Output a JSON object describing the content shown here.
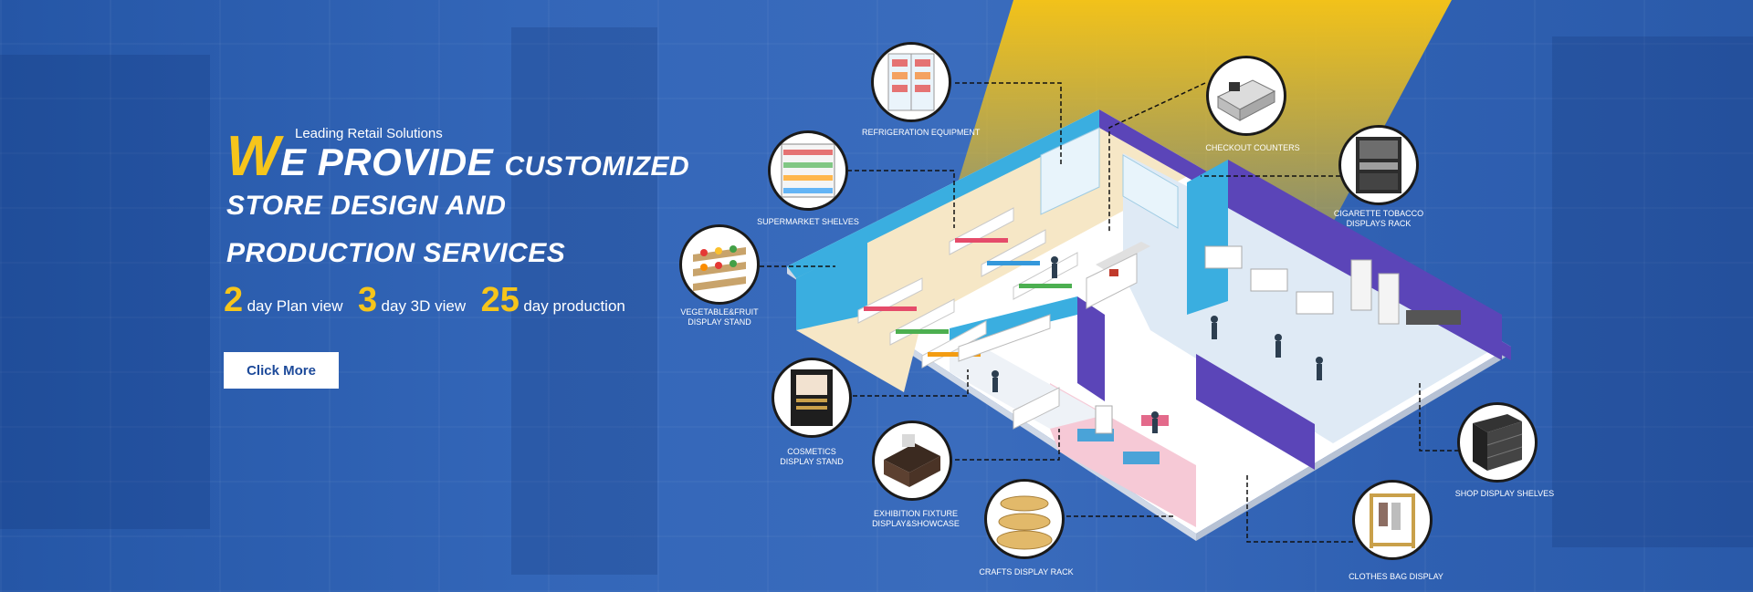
{
  "hero": {
    "eyebrow": "Leading Retail Solutions",
    "line1_big": "W",
    "line1_rest": "E PROVIDE",
    "line1_small": "CUSTOMIZED",
    "line2": "STORE DESIGN AND",
    "line3": "PRODUCTION SERVICES"
  },
  "stats": [
    {
      "num": "2",
      "text": "day Plan view"
    },
    {
      "num": "3",
      "text": "day 3D view"
    },
    {
      "num": "25",
      "text": "day production"
    }
  ],
  "cta": {
    "label": "Click More"
  },
  "products": {
    "refrigeration": {
      "line1": "REFRIGERATION EQUIPMENT"
    },
    "checkout": {
      "line1": "CHECKOUT COUNTERS"
    },
    "supermarket": {
      "line1": "SUPERMARKET SHELVES"
    },
    "cigarette": {
      "line1": "CIGARETTE TOBACCO",
      "line2": "DISPLAYS RACK"
    },
    "vegetable": {
      "line1": "VEGETABLE&FRUIT",
      "line2": "DISPLAY STAND"
    },
    "cosmetics": {
      "line1": "COSMETICS",
      "line2": "DISPLAY STAND"
    },
    "exhibition": {
      "line1": "EXHIBITION FIXTURE",
      "line2": "DISPLAY&SHOWCASE"
    },
    "crafts": {
      "line1": "CRAFTS DISPLAY RACK"
    },
    "shop_shelves": {
      "line1": "SHOP DISPLAY SHELVES"
    },
    "clothes": {
      "line1": "CLOTHES BAG DISPLAY"
    }
  },
  "colors": {
    "accent_yellow": "#f6c51b",
    "background_blue": "#2f5fb0",
    "wall_blue": "#3aaee0",
    "wall_purple": "#5b45b8",
    "floor_cream": "#f6e7c6",
    "floor_pink": "#f6c9d6",
    "floor_light": "#dfeaf5",
    "button_text": "#1d4a9a"
  }
}
